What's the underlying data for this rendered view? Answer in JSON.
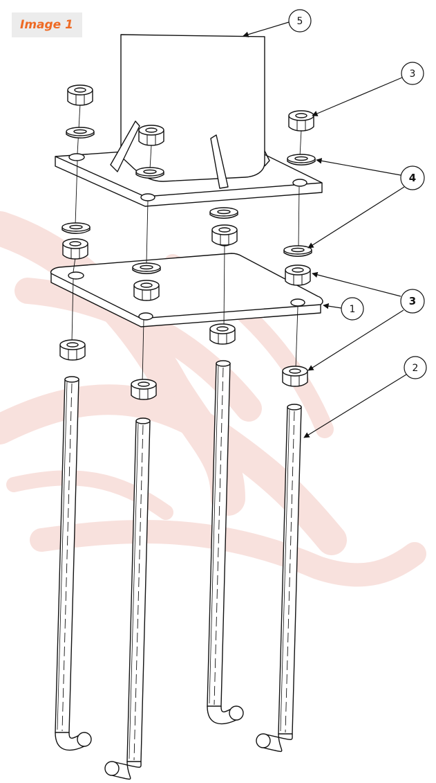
{
  "figure": {
    "title": "Image 1",
    "accent_color": "#ee6a24",
    "watermark_color": "#f4c9c2"
  },
  "callouts": [
    {
      "id": "callout-5",
      "label": "5",
      "bold": false
    },
    {
      "id": "callout-3-top",
      "label": "3",
      "bold": false
    },
    {
      "id": "callout-4",
      "label": "4",
      "bold": true
    },
    {
      "id": "callout-1",
      "label": "1",
      "bold": false
    },
    {
      "id": "callout-3-mid",
      "label": "3",
      "bold": true
    },
    {
      "id": "callout-2",
      "label": "2",
      "bold": false
    }
  ]
}
